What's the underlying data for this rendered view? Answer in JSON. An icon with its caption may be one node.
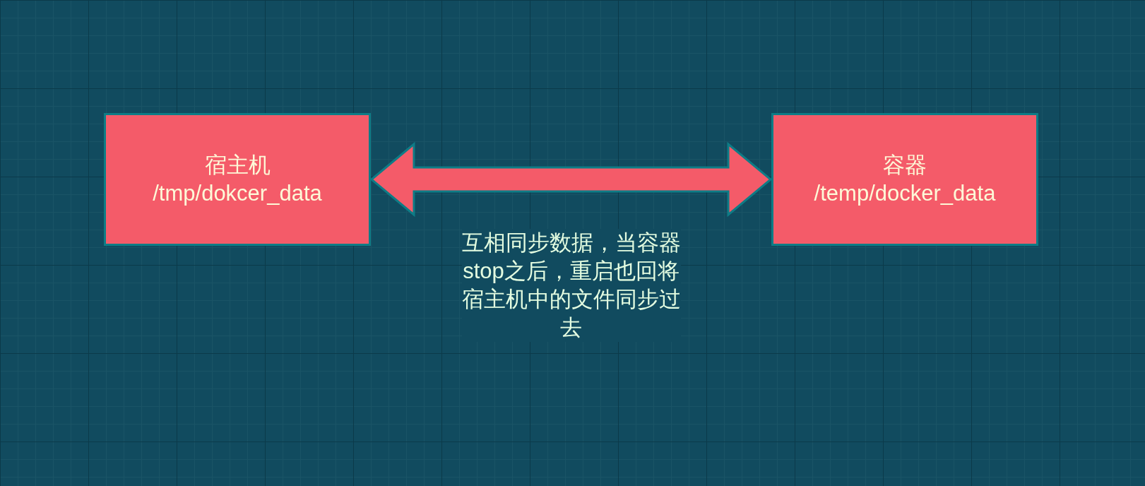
{
  "diagram": {
    "nodes": [
      {
        "text": [
          "宿主机",
          "/tmp/dokcer_data"
        ]
      },
      {
        "text": [
          "容器",
          "/temp/docker_data"
        ]
      }
    ],
    "edges": [
      {
        "from": 0,
        "to": 1,
        "arrow": "both",
        "label": "互相同步数据，当容器stop之后，重启也回将宿主机中的文件同步过去"
      }
    ]
  }
}
